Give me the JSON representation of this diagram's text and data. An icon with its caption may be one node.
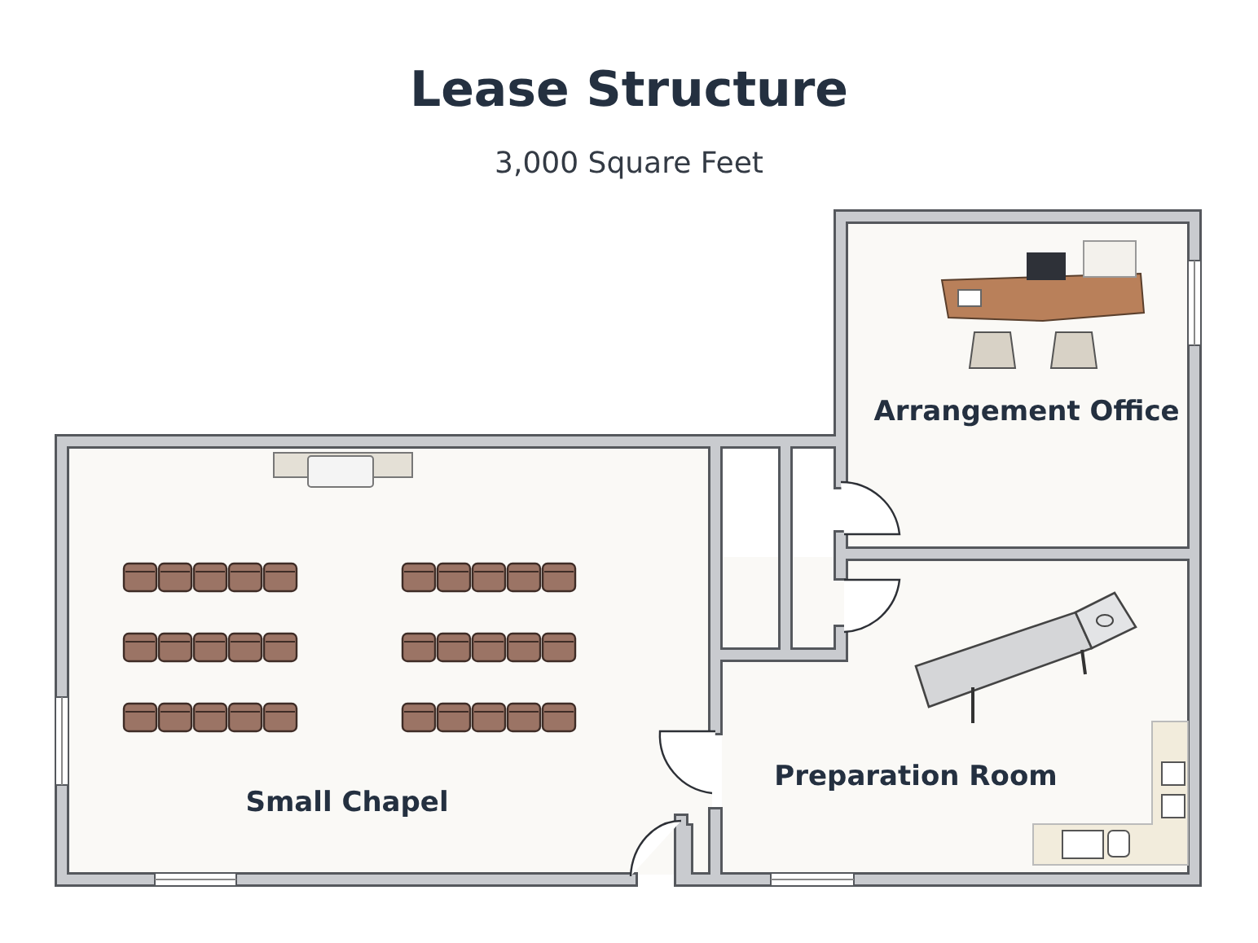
{
  "diagram": {
    "title": "Lease Structure",
    "nodes": [
      {
        "text": [
          "Arrangement Office"
        ]
      },
      {
        "text": [
          "Small Chapel"
        ]
      },
      {
        "text": [
          "Preparation Room"
        ]
      }
    ],
    "labels": [
      "3,000 Square Feet"
    ]
  }
}
